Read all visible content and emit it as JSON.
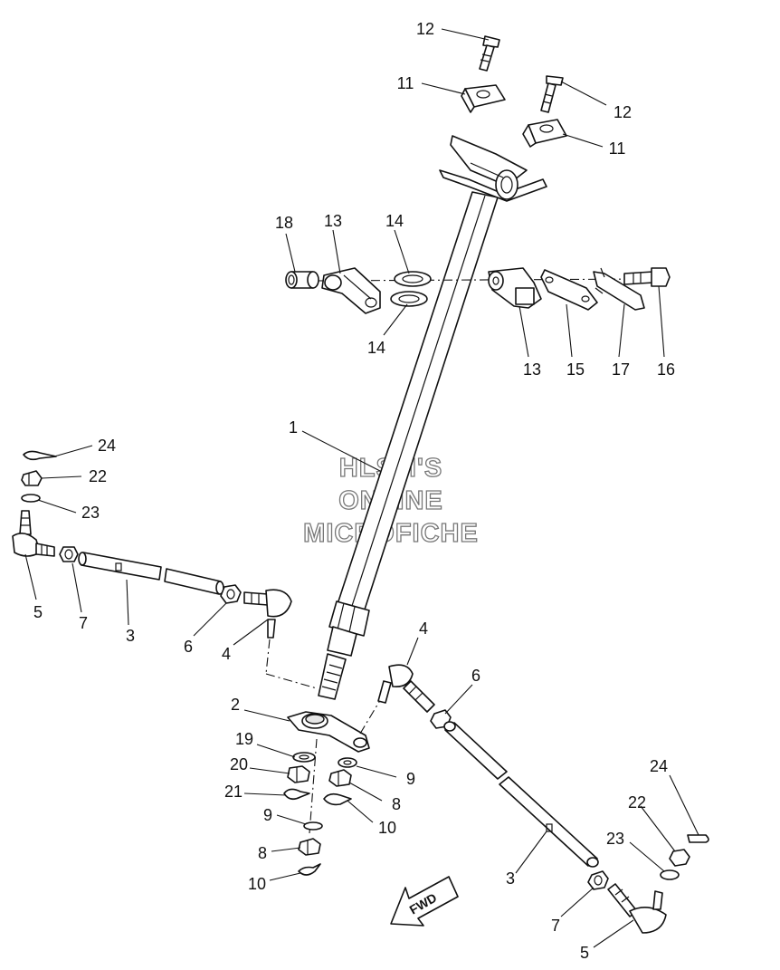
{
  "watermark": {
    "line1": "HLSM'S",
    "line2": "ONLINE",
    "line3": "MICROFICHE"
  },
  "direction_badge": "FWD",
  "callouts": [
    "12",
    "11",
    "12",
    "11",
    "18",
    "13",
    "14",
    "14",
    "13",
    "15",
    "17",
    "16",
    "1",
    "24",
    "22",
    "23",
    "5",
    "7",
    "3",
    "6",
    "4",
    "4",
    "6",
    "2",
    "19",
    "20",
    "21",
    "9",
    "8",
    "10",
    "9",
    "8",
    "10",
    "24",
    "22",
    "23",
    "3",
    "7",
    "5"
  ]
}
